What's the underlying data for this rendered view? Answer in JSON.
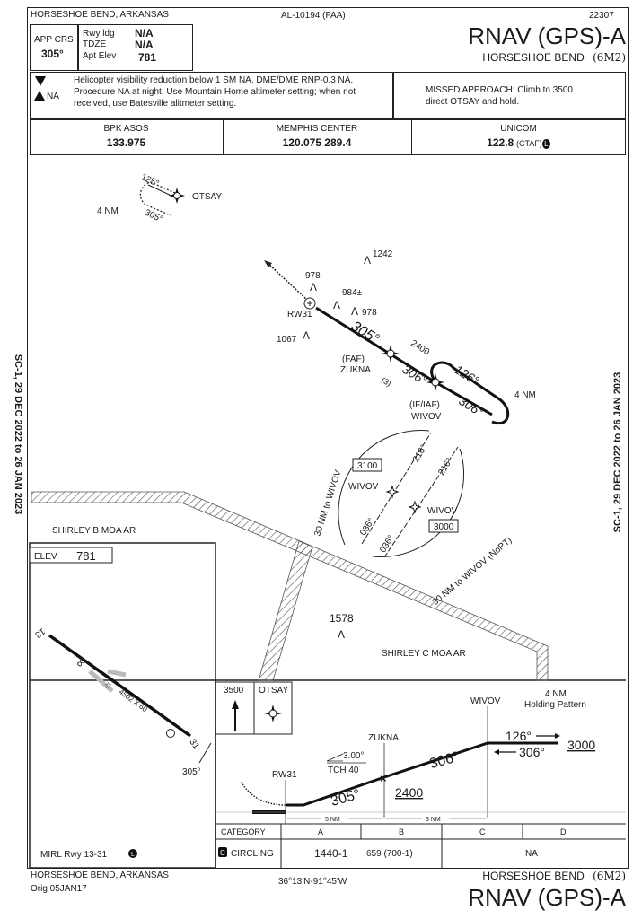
{
  "header": {
    "location": "HORSESHOE BEND, ARKANSAS",
    "chart_id": "AL-10194 (FAA)",
    "cycle": "22307",
    "procedure": "RNAV (GPS)-A",
    "airport": "HORSESHOE BEND",
    "airport_id": "(6M2)"
  },
  "briefing": {
    "app_crs_label": "APP CRS",
    "app_crs": "305°",
    "rwy_ldg_label": "Rwy ldg",
    "rwy_ldg": "N/A",
    "tdze_label": "TDZE",
    "tdze": "N/A",
    "apt_elev_label": "Apt Elev",
    "apt_elev": "781",
    "na_label": "NA",
    "notes": "Helicopter visibility reduction below 1 SM NA.   DME/DME RNP-0.3 NA. Procedure NA at night.  Use Mountain Home altimeter setting; when not received, use Batesville alitmeter setting.",
    "missed_approach": "MISSED APPROACH:  Climb to 3500 direct OTSAY and hold."
  },
  "comms": [
    {
      "name": "BPK ASOS",
      "freq": "133.975",
      "extra": ""
    },
    {
      "name": "MEMPHIS CENTER",
      "freq": "120.075  289.4",
      "extra": ""
    },
    {
      "name": "UNICOM",
      "freq": "122.8",
      "extra": "(CTAF)",
      "badge": "L"
    }
  ],
  "side_text": "SC-1, 29 DEC 2022  to  26 JAN 2023",
  "plan": {
    "otsay": "OTSAY",
    "otsay_in": "125°",
    "otsay_out": "305°",
    "otsay_leg": "4 NM",
    "rw31": "RW31",
    "crs_final": "305°",
    "faf_alt": "2400",
    "crs_int": "306°",
    "crs_int_dist": "(3)",
    "faf_label": "(FAF)",
    "zukna": "ZUKNA",
    "iaf_label": "(IF/IAF)",
    "wivov": "WIVOV",
    "hold_out": "126°",
    "hold_in": "306°",
    "hold_leg": "4 NM",
    "obstacles": [
      "1242",
      "978",
      "984±",
      "978",
      "1067",
      "1578"
    ],
    "taa_arc1": "30 NM to WIVOV",
    "taa_arc2": "30 NM to WIVOV (NoPT)",
    "taa_alt1": "3100",
    "taa_alt2": "3000",
    "taa_fix1": "WIVOV",
    "taa_fix2": "WIVOV",
    "taa_crs_a": "216°",
    "taa_crs_b": "036°",
    "moa_b": "SHIRLEY B MOA AR",
    "moa_c": "SHIRLEY C MOA AR"
  },
  "airport_sketch": {
    "elev_label": "ELEV",
    "elev": "781",
    "rwy_end_13": "13",
    "rwy_end_31": "31",
    "rwy_dims": "4502 X 60",
    "final_crs": "305°",
    "lighting": "MIRL Rwy 13-31",
    "lighting_badge": "L"
  },
  "profile": {
    "ma_alt": "3500",
    "ma_fix": "OTSAY",
    "wivov": "WIVOV",
    "hold_label_1": "4 NM",
    "hold_label_2": "Holding Pattern",
    "hold_out": "126°",
    "hold_in": "306°",
    "hold_alt": "3000",
    "zukna": "ZUKNA",
    "gs": "3.00°",
    "tch": "TCH 40",
    "rw31": "RW31",
    "crs_final": "305°",
    "crs_int": "306°",
    "faf_alt": "2400",
    "dist_1": "5 NM",
    "dist_2": "3 NM"
  },
  "minimums": {
    "category_label": "CATEGORY",
    "categories": [
      "A",
      "B",
      "C",
      "D"
    ],
    "circling_badge": "C",
    "circling_label": "CIRCLING",
    "ab_value": "1440-1",
    "ab_hat": "659 (700-1)",
    "cd_value": "NA"
  },
  "footer": {
    "location": "HORSESHOE BEND, ARKANSAS",
    "orig": "Orig  05JAN17",
    "coords": "36°13'N-91°45'W",
    "airport": "HORSESHOE BEND",
    "airport_id": "(6M2)",
    "procedure": "RNAV (GPS)-A"
  }
}
